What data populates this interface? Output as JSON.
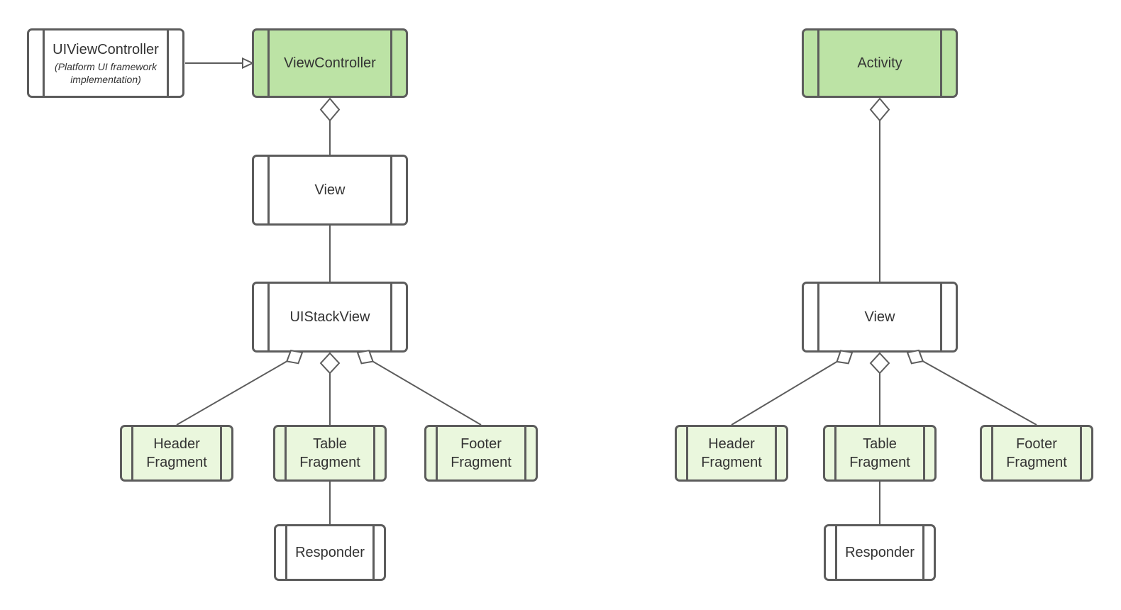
{
  "colors": {
    "background": "#ffffff",
    "border": "#5c5c5c",
    "line": "#5c5c5c",
    "class_fill_green": "#bce3a5",
    "fragment_fill_green": "#eaf7dd",
    "node_fill_white": "#ffffff",
    "text": "#333333"
  },
  "left_diagram": {
    "nodes": {
      "uiviewcontroller": {
        "label": "UIViewController",
        "note": "(Platform UI framework implementation)"
      },
      "viewcontroller": {
        "label": "ViewController"
      },
      "view": {
        "label": "View"
      },
      "uistackview": {
        "label": "UIStackView"
      },
      "header_fragment": {
        "label": "Header Fragment"
      },
      "table_fragment": {
        "label": "Table Fragment"
      },
      "footer_fragment": {
        "label": "Footer Fragment"
      },
      "responder": {
        "label": "Responder"
      }
    }
  },
  "right_diagram": {
    "nodes": {
      "activity": {
        "label": "Activity"
      },
      "view": {
        "label": "View"
      },
      "header_fragment": {
        "label": "Header Fragment"
      },
      "table_fragment": {
        "label": "Table Fragment"
      },
      "footer_fragment": {
        "label": "Footer Fragment"
      },
      "responder": {
        "label": "Responder"
      }
    }
  }
}
